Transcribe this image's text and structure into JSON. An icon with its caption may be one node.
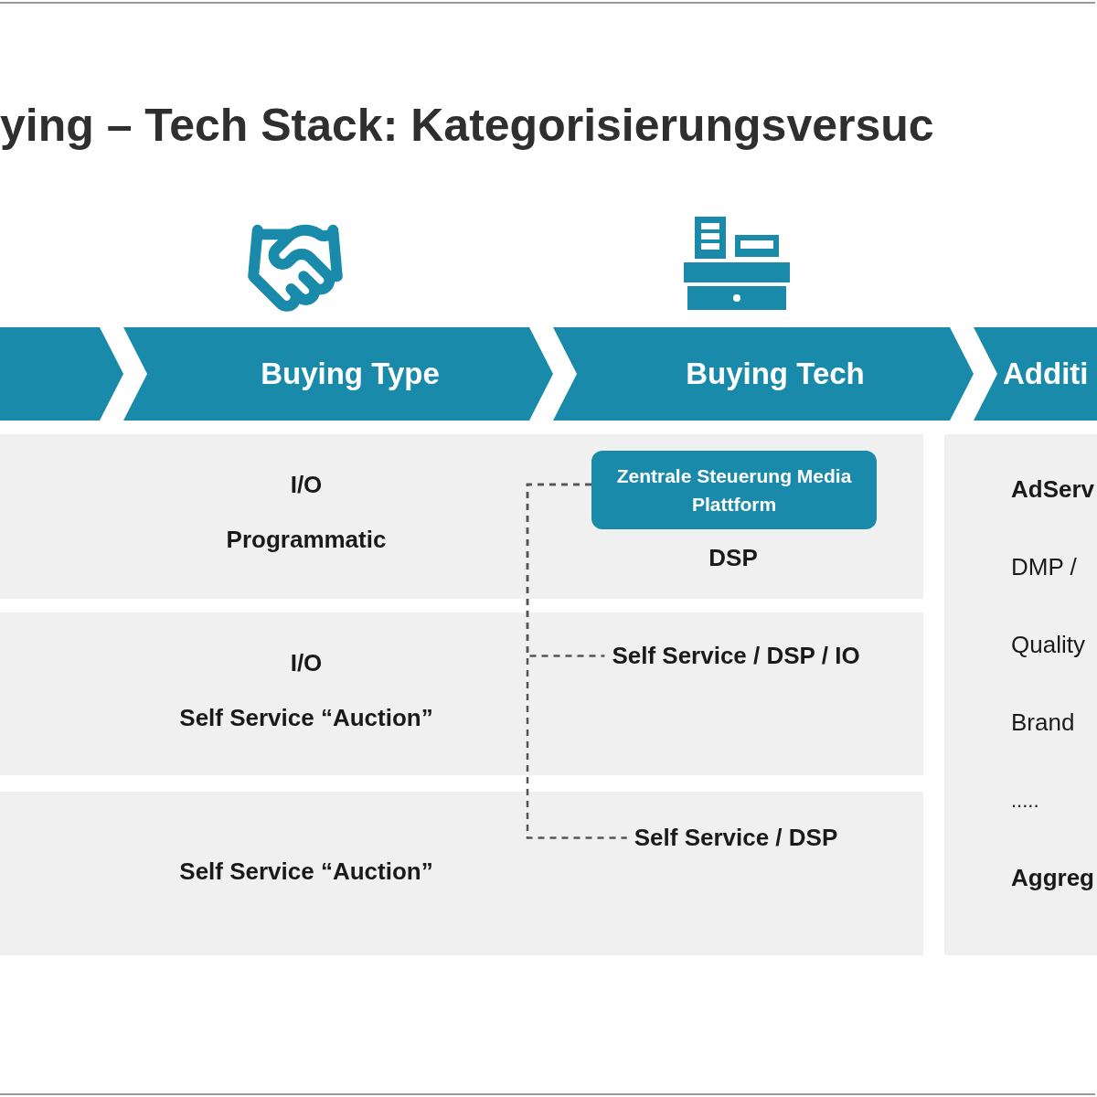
{
  "diagram": {
    "title": "ying – Tech Stack: Kategorisierungsversuc",
    "nodes": [
      {
        "text": [],
        "shape": "chevron"
      },
      {
        "text": [
          "Buying Type"
        ]
      },
      {
        "text": [
          "Buying Tech"
        ]
      },
      {
        "text": [
          "Additi"
        ]
      },
      {
        "text": [
          "I/O",
          "Programmatic"
        ]
      },
      {
        "text": [
          "Zentrale Steuerung Media Plattform"
        ],
        "in": 4
      },
      {
        "text": [
          "DSP"
        ],
        "in": 4
      },
      {
        "text": [
          "I/O",
          "Self Service “Auction”"
        ]
      },
      {
        "text": [
          "Self Service / DSP / IO"
        ],
        "in": 7
      },
      {
        "text": [
          "Self Service “Auction”"
        ]
      },
      {
        "text": [
          "Self Service / DSP"
        ],
        "in": 9
      },
      {
        "text": [
          "AdServ",
          "DMP /",
          "Quality",
          "Brand",
          ".....",
          "Aggreg"
        ]
      }
    ],
    "edges": [
      {
        "from": 5,
        "to": 8,
        "arrow": "none",
        "style": "dashed"
      },
      {
        "from": 5,
        "to": 10,
        "arrow": "none",
        "style": "dashed"
      }
    ]
  }
}
